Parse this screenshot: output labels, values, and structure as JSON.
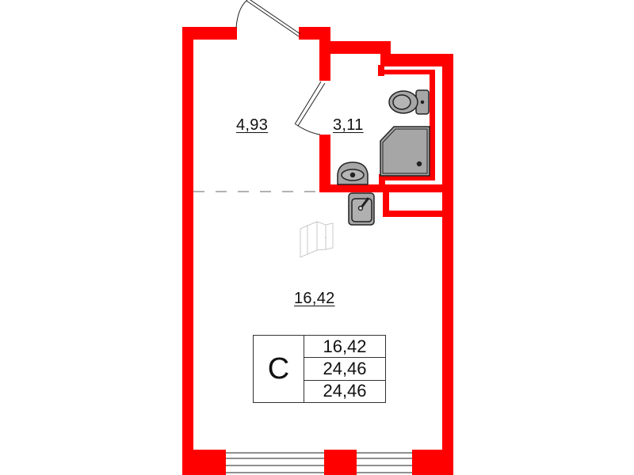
{
  "plan": {
    "wall_color": "#ff0000",
    "fixture_color": "#a6a6a6",
    "rooms": [
      {
        "id": "hallway",
        "area": "4,93"
      },
      {
        "id": "bathroom",
        "area": "3,11"
      },
      {
        "id": "living",
        "area": "16,42"
      }
    ],
    "legend": {
      "type": "C",
      "living_area": "16,42",
      "total_area": "24,46",
      "total_area_with_balcony": "24,46"
    }
  }
}
